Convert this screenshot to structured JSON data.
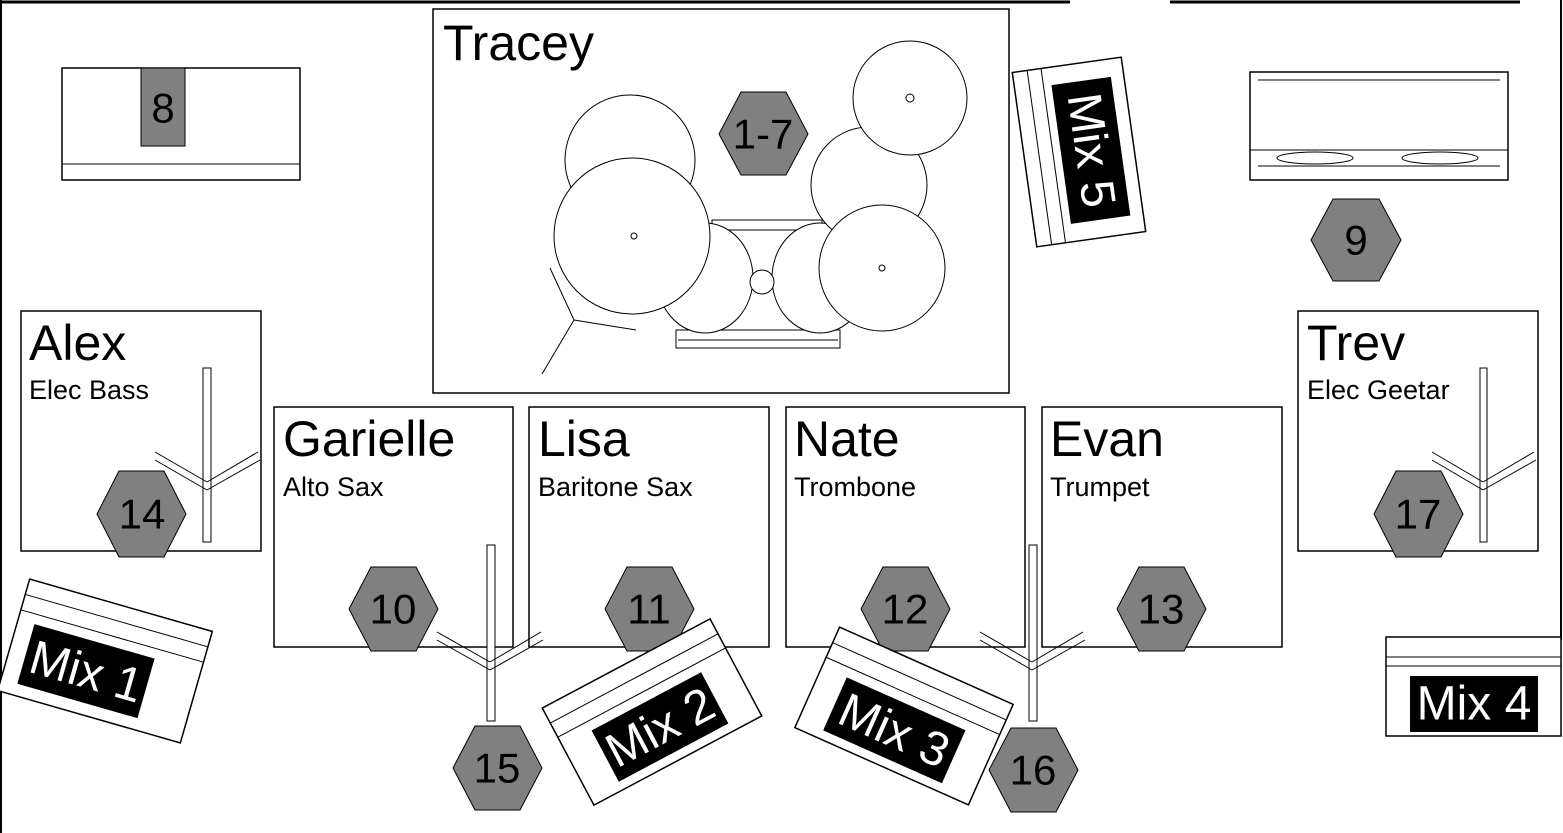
{
  "drummer": {
    "name": "Tracey",
    "channels": "1-7"
  },
  "musicians": [
    {
      "id": "alex",
      "name": "Alex",
      "instrument": "Elec Bass",
      "channel": "14"
    },
    {
      "id": "garielle",
      "name": "Garielle",
      "instrument": "Alto Sax",
      "channel": "10"
    },
    {
      "id": "lisa",
      "name": "Lisa",
      "instrument": "Baritone Sax",
      "channel": "11"
    },
    {
      "id": "nate",
      "name": "Nate",
      "instrument": "Trombone",
      "channel": "12"
    },
    {
      "id": "evan",
      "name": "Evan",
      "instrument": "Trumpet",
      "channel": "13"
    },
    {
      "id": "trev",
      "name": "Trev",
      "instrument": "Elec Geetar",
      "channel": "17"
    }
  ],
  "inputs": {
    "keys": "8",
    "amp": "9",
    "mic_left": "15",
    "mic_right": "16"
  },
  "monitors": [
    "Mix 1",
    "Mix 2",
    "Mix 3",
    "Mix 4",
    "Mix 5"
  ]
}
